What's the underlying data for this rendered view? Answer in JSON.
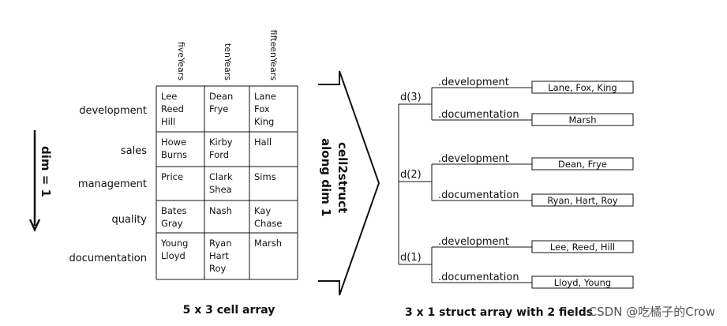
{
  "cell_array": {
    "columns": [
      "fiveYears",
      "tenYears",
      "fifteenYears"
    ],
    "rows": [
      "development",
      "sales",
      "management",
      "quality",
      "documentation"
    ],
    "cells": [
      [
        [
          "Lee",
          "Reed",
          "Hill"
        ],
        [
          "Dean",
          "Frye"
        ],
        [
          "Lane",
          "Fox",
          "King"
        ]
      ],
      [
        [
          "Howe",
          "Burns"
        ],
        [
          "Kirby",
          "Ford"
        ],
        [
          "Hall"
        ]
      ],
      [
        [
          "Price"
        ],
        [
          "Clark",
          "Shea"
        ],
        [
          "Sims"
        ]
      ],
      [
        [
          "Bates",
          "Gray"
        ],
        [
          "Nash"
        ],
        [
          "Kay",
          "Chase"
        ]
      ],
      [
        [
          "Young",
          "Lloyd"
        ],
        [
          "Ryan",
          "Hart",
          "Roy"
        ],
        [
          "Marsh"
        ]
      ]
    ],
    "caption": "5 x 3 cell array"
  },
  "dim_label": "dim = 1",
  "arrow": {
    "line1": "cell2struct",
    "line2": "along dim 1"
  },
  "struct_array": {
    "nodes": [
      {
        "label": "d(3)",
        "fields": [
          {
            "name": ".development",
            "value": "Lane, Fox, King"
          },
          {
            "name": ".documentation",
            "value": "Marsh"
          }
        ]
      },
      {
        "label": "d(2)",
        "fields": [
          {
            "name": ".development",
            "value": "Dean, Frye"
          },
          {
            "name": ".documentation",
            "value": "Ryan, Hart, Roy"
          }
        ]
      },
      {
        "label": "d(1)",
        "fields": [
          {
            "name": ".development",
            "value": "Lee, Reed, Hill"
          },
          {
            "name": ".documentation",
            "value": "Lloyd, Young"
          }
        ]
      }
    ],
    "caption": "3 x 1 struct array with 2 fields"
  },
  "watermark": "CSDN @吃橘子的Crow"
}
